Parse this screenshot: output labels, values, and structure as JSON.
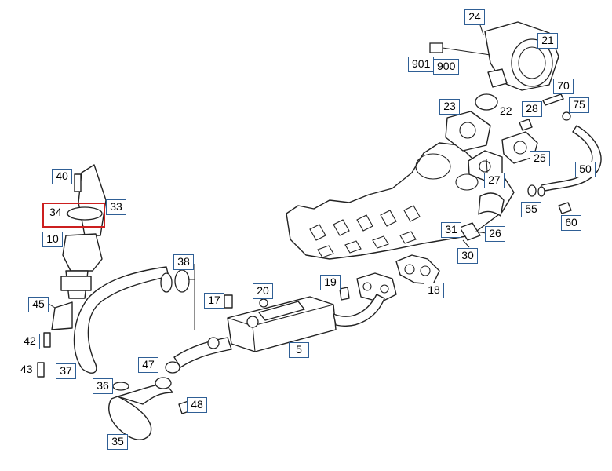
{
  "callouts": [
    {
      "id": "c24",
      "label": "24"
    },
    {
      "id": "c21",
      "label": "21"
    },
    {
      "id": "c901",
      "label": "901"
    },
    {
      "id": "c900",
      "label": "900"
    },
    {
      "id": "c70",
      "label": "70"
    },
    {
      "id": "c75",
      "label": "75"
    },
    {
      "id": "c23",
      "label": "23"
    },
    {
      "id": "c28",
      "label": "28"
    },
    {
      "id": "c25",
      "label": "25"
    },
    {
      "id": "c50",
      "label": "50"
    },
    {
      "id": "c27",
      "label": "27"
    },
    {
      "id": "c55",
      "label": "55"
    },
    {
      "id": "c60",
      "label": "60"
    },
    {
      "id": "c31",
      "label": "31"
    },
    {
      "id": "c26",
      "label": "26"
    },
    {
      "id": "c30",
      "label": "30"
    },
    {
      "id": "c40",
      "label": "40"
    },
    {
      "id": "c33",
      "label": "33"
    },
    {
      "id": "c34",
      "label": "34"
    },
    {
      "id": "c10",
      "label": "10"
    },
    {
      "id": "c38",
      "label": "38"
    },
    {
      "id": "c20",
      "label": "20"
    },
    {
      "id": "c19",
      "label": "19"
    },
    {
      "id": "c18",
      "label": "18"
    },
    {
      "id": "c17",
      "label": "17"
    },
    {
      "id": "c45",
      "label": "45"
    },
    {
      "id": "c5",
      "label": "5"
    },
    {
      "id": "c42",
      "label": "42"
    },
    {
      "id": "c43",
      "label": "43"
    },
    {
      "id": "c37",
      "label": "37"
    },
    {
      "id": "c47",
      "label": "47"
    },
    {
      "id": "c36",
      "label": "36"
    },
    {
      "id": "c48",
      "label": "48"
    },
    {
      "id": "c35",
      "label": "35"
    }
  ],
  "plain_labels": [
    {
      "id": "p22",
      "label": "22"
    }
  ],
  "highlighted_part": "34",
  "colors": {
    "callout_border": "#2f5f95",
    "highlight": "#cc1f1f",
    "line_art": "#222222"
  }
}
